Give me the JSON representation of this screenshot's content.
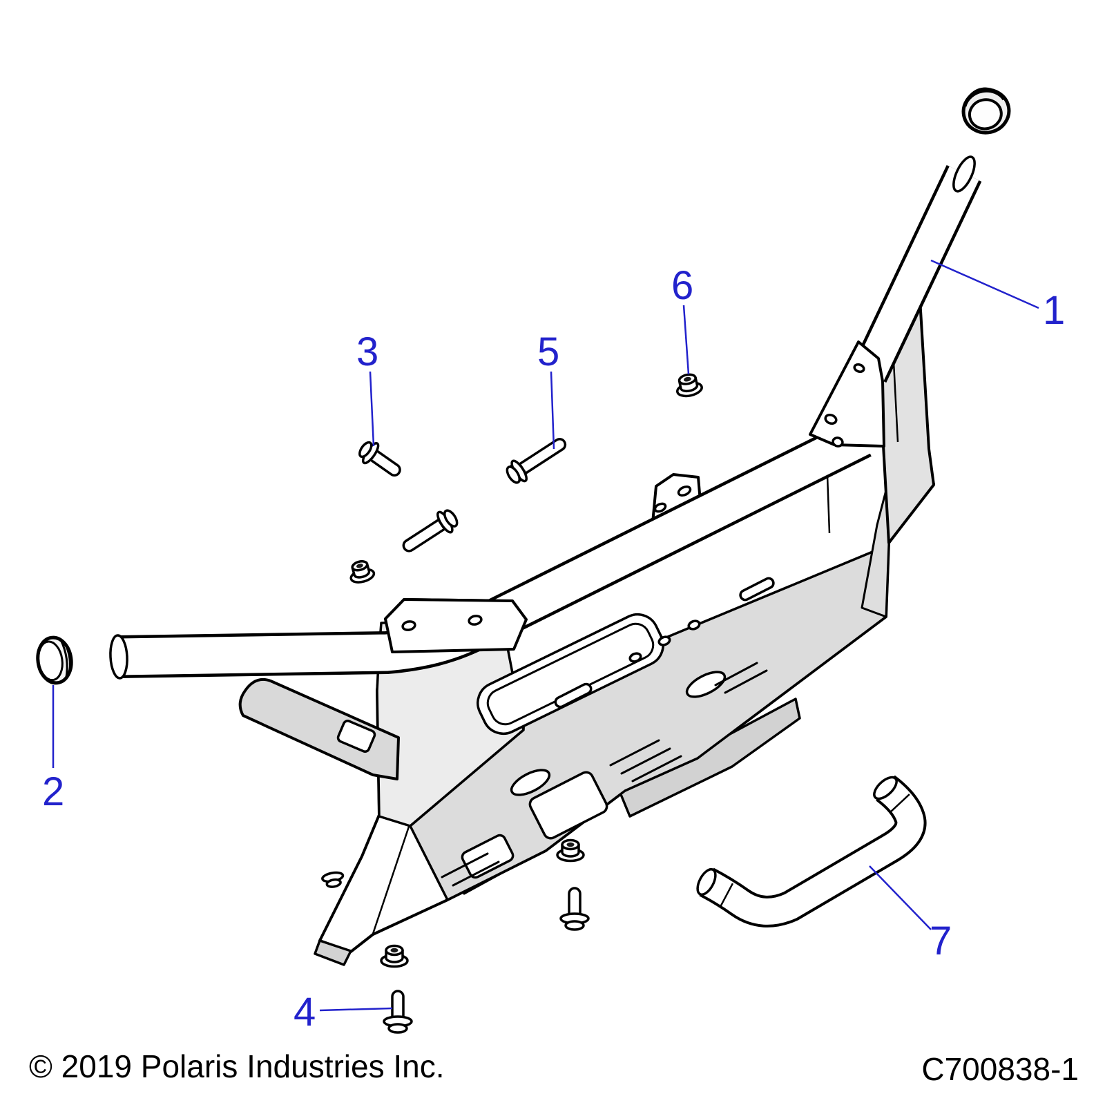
{
  "callouts": [
    {
      "label": "1"
    },
    {
      "label": "2"
    },
    {
      "label": "3"
    },
    {
      "label": "4"
    },
    {
      "label": "5"
    },
    {
      "label": "6"
    },
    {
      "label": "7"
    }
  ],
  "footer": {
    "copyright": "© 2019 Polaris Industries Inc.",
    "part_code": "C700838-1"
  },
  "colors": {
    "callout_blue": "#2222cc",
    "line_black": "#000000",
    "background": "#ffffff"
  }
}
